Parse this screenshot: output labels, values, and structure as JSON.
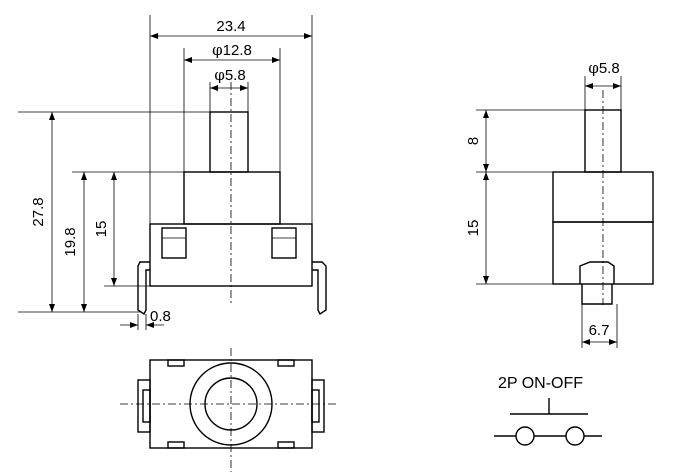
{
  "dimensions": {
    "overall_width": "23.4",
    "cap_diameter": "12.8",
    "shaft_diameter": "5.8",
    "overall_height": "27.8",
    "body_plus_shaft": "19.8",
    "body_height": "15",
    "pin_thickness": "0.8",
    "side_shaft_diameter": "5.8",
    "side_shaft_height": "8",
    "side_body_height": "15",
    "side_tab_width": "6.7"
  },
  "phi_symbol": "φ",
  "schematic": {
    "label": "2P  ON-OFF"
  }
}
